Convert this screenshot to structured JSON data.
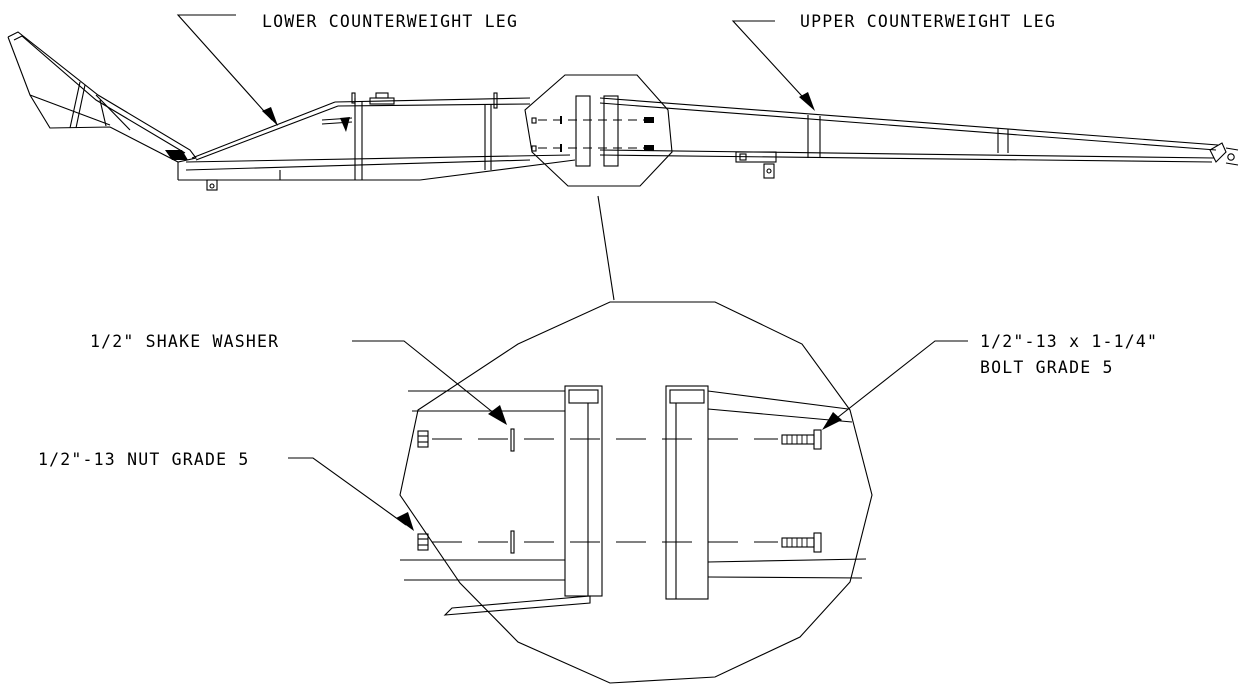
{
  "callouts": {
    "lower_leg": "LOWER COUNTERWEIGHT LEG",
    "upper_leg": "UPPER COUNTERWEIGHT LEG",
    "shake_washer": "1/2\" SHAKE WASHER",
    "bolt_line1": "1/2\"-13 x 1-1/4\"",
    "bolt_line2": "BOLT GRADE 5",
    "nut": "1/2\"-13 NUT GRADE 5"
  },
  "colors": {
    "line": "#000000",
    "background": "#ffffff"
  }
}
